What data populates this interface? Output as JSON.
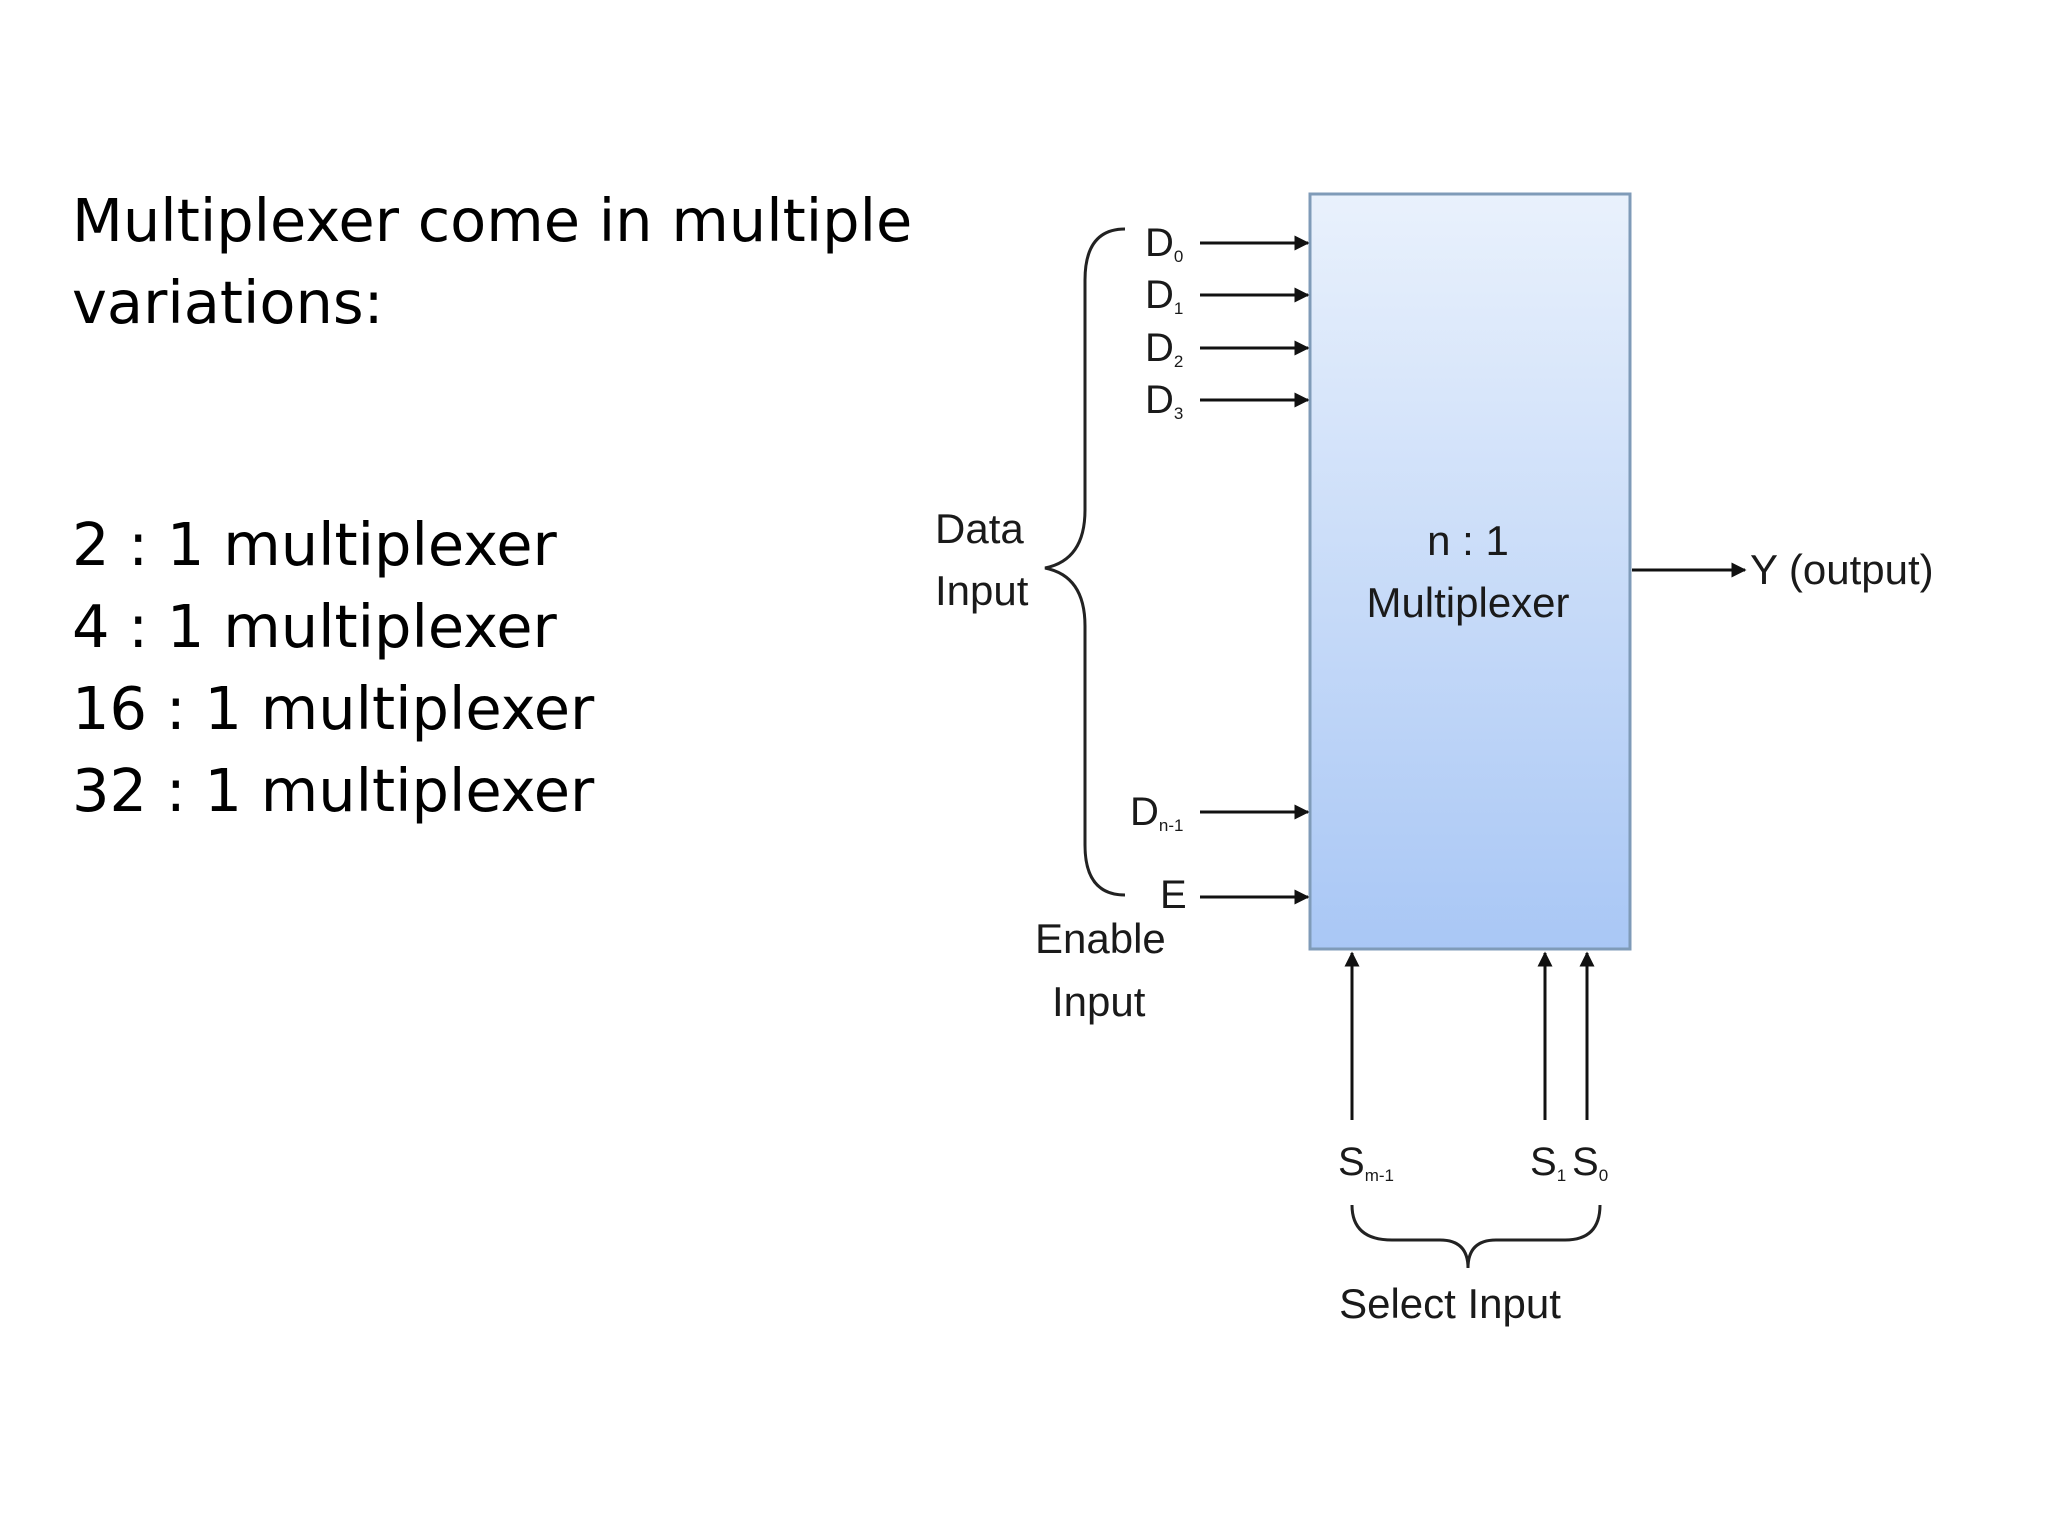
{
  "slide": {
    "intro": "Multiplexer come in multiple variations:",
    "variations": [
      "2 : 1 multiplexer",
      "4 : 1 multiplexer",
      "16 : 1 multiplexer",
      "32 : 1 multiplexer"
    ]
  },
  "diagram": {
    "box_label_line1": "n : 1",
    "box_label_line2": "Multiplexer",
    "data_group_label_line1": "Data",
    "data_group_label_line2": "Input",
    "enable_group_label_line1": "Enable",
    "enable_group_label_line2": "Input",
    "select_group_label": "Select Input",
    "output_label": "Y (output)",
    "data_inputs": [
      {
        "letter": "D",
        "sub": "0"
      },
      {
        "letter": "D",
        "sub": "1"
      },
      {
        "letter": "D",
        "sub": "2"
      },
      {
        "letter": "D",
        "sub": "3"
      },
      {
        "letter": "D",
        "sub": "n-1"
      }
    ],
    "enable_pin": "E",
    "select_inputs": [
      {
        "letter": "S",
        "sub": "m-1"
      },
      {
        "letter": "S",
        "sub": "1"
      },
      {
        "letter": "S",
        "sub": "0"
      }
    ],
    "colors": {
      "box_gradient_top": "#e9f1fc",
      "box_gradient_bottom": "#a9c7f5",
      "box_border": "#7f9bb8"
    }
  }
}
